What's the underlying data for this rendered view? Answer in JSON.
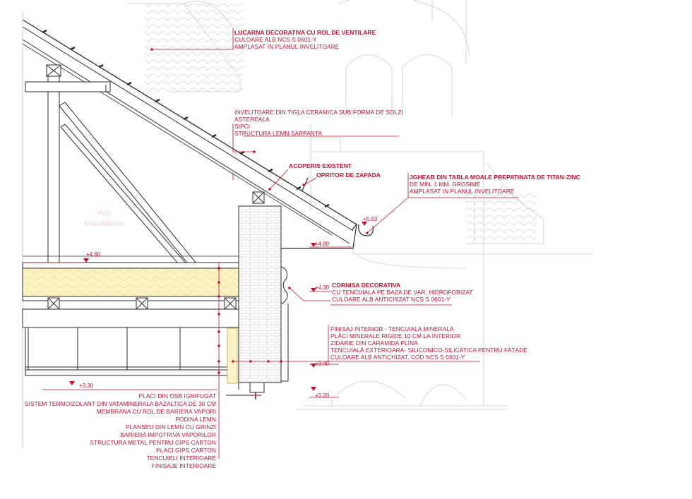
{
  "room": {
    "line1": "PUD",
    "line2": "ETAJ PARTIAL"
  },
  "annotations": {
    "lucarna": [
      "LUCARNA DECORATIVA CU ROL DE VENTILARE",
      "CULOARE ALB NCS S 0601-Y",
      "AMPLASAT IN PLANUL INVELITOARE"
    ],
    "invelitoare": [
      "INVELITOARE DIN TIGLA CERAMICA SUB FORMA DE SOLZI",
      "ASTEREALA",
      "SIPCI",
      "STRUCTURA LEMN SARPANTA"
    ],
    "acoperis": "ACOPERIS EXISTENT",
    "opritor": "OPRITOR DE ZAPADA",
    "jgheab": [
      "JGHEAB DIN TABLA MOALE PREPATINATA DE TITAN-ZINC",
      "DE MIN. 1 MM. GROSIME",
      "AMPLASAT IN PLANUL INVELITOARE"
    ],
    "cornisa": [
      "CORNISA DECORATIVA",
      "CU TENCUIALA PE BAZA DE VAR, HIDROFOBIZAT",
      "CULOARE ALB ANTICHIZAT NCS S 0601-Y"
    ],
    "finisaj": [
      "FINISAJ INTERIOR - TENCUIALA MINERALA",
      "PLĂCI MINERALE RIGIDE 10 CM  LA INTERIOR",
      "ZIDARIE DIN CARAMIDA PLINA",
      "TENCUIALĂ EXTERIOARA- SILICONICO-SILICATICA PENTRU FAȚADE",
      "CULOARE ALB ANTICHIZAT, COD NCS S 0601-Y"
    ],
    "layers": [
      "PLACI DIN OSB IGNIFUGAT",
      "SISTEM TERMOIZOLANT  DIN VATAMINERALA BAZALTICA DE 30 CM",
      "MEMBRANA CU ROL DE BARIERA VAPORI",
      "PODINA LEMN",
      "PLANSEU DIN LEMN CU GRINZI",
      "BARIERA IMPOTRIVA VAPORILOR",
      "STRUCTURA METAL PENTRU GIPS CARTON",
      "PLACI GIPS CARTON",
      "TENCUIELI INTERIOARE",
      "FINISAJE INTERIOARE"
    ]
  },
  "levels": {
    "l460": "+4.60",
    "l503": "+5.03",
    "l480": "+4.80",
    "l430": "+4.30",
    "l340": "+3.40",
    "l330": "+3.30",
    "l320": "+3.20"
  },
  "colors": {
    "accent": "#c8102e",
    "line": "#2b2b2b",
    "faint": "#cfcfcf",
    "insulation": "#fbf3c4"
  }
}
